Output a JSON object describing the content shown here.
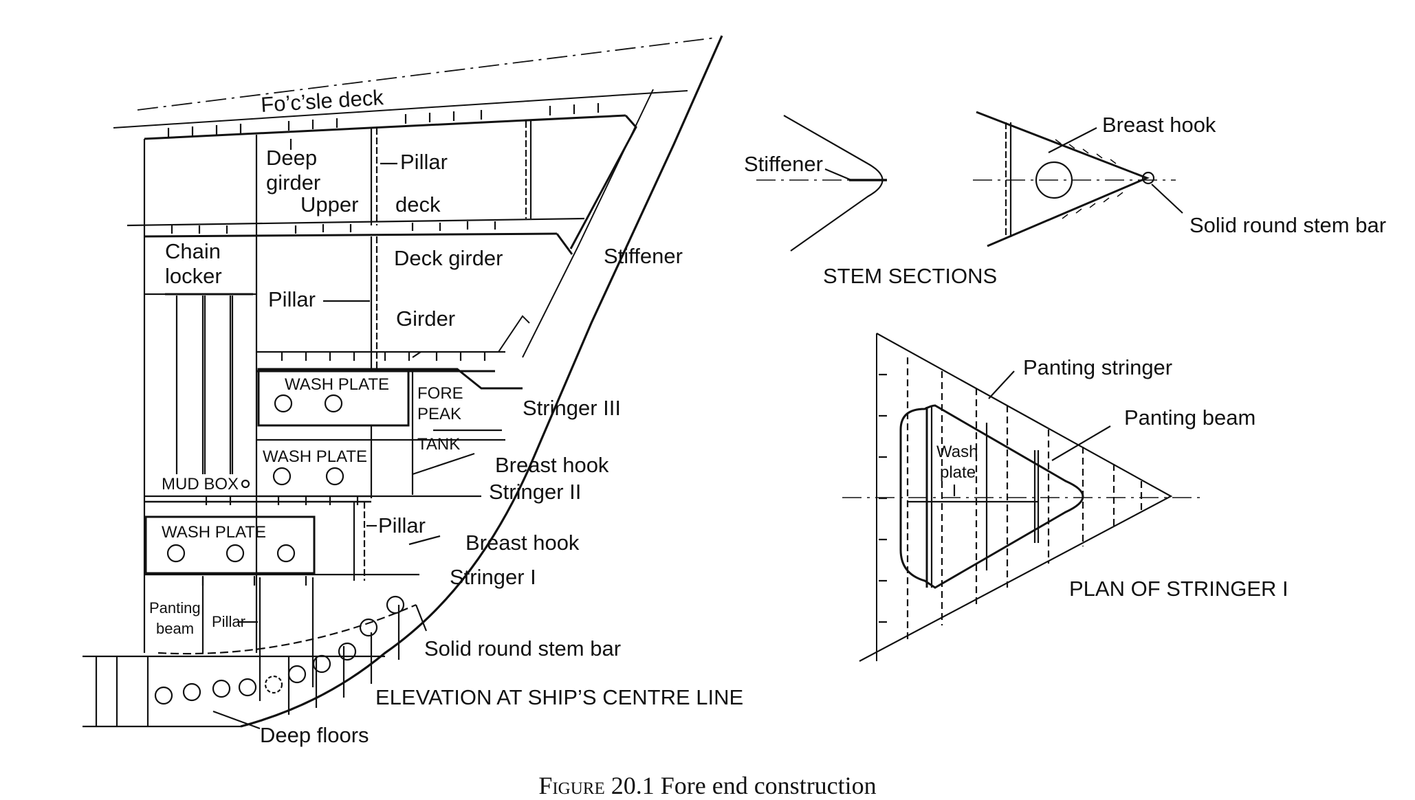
{
  "elevation": {
    "title": "ELEVATION AT SHIP’S CENTRE LINE",
    "labels": {
      "focsle_deck": "Fo’c’sle deck",
      "deep_girder": [
        "Deep",
        "girder"
      ],
      "pillar_top": "Pillar",
      "upper": "Upper",
      "deck": "deck",
      "chain_locker": [
        "Chain",
        "locker"
      ],
      "deck_girder": "Deck girder",
      "stiffener": "Stiffener",
      "pillar_mid": "Pillar",
      "girder": "Girder",
      "wash_plate_1": "WASH PLATE",
      "fore_peak_tank": [
        "FORE",
        "PEAK",
        "TANK"
      ],
      "stringer_iii": "Stringer III",
      "wash_plate_2": "WASH PLATE",
      "breast_hook_1": "Breast hook",
      "mud_box": "MUD BOX",
      "stringer_ii": "Stringer II",
      "wash_plate_3": "WASH PLATE",
      "pillar_low": "Pillar",
      "breast_hook_2": "Breast hook",
      "stringer_i": "Stringer I",
      "panting_beam": [
        "Panting",
        "beam"
      ],
      "pillar_bottom": "Pillar",
      "solid_round_stem_bar": "Solid round stem bar",
      "deep_floors": "Deep floors"
    }
  },
  "stem_sections": {
    "title": "STEM SECTIONS",
    "labels": {
      "stiffener": "Stiffener",
      "breast_hook": "Breast hook",
      "solid_round_stem_bar": "Solid round stem bar"
    }
  },
  "plan_stringer": {
    "title": "PLAN OF STRINGER I",
    "labels": {
      "panting_stringer": "Panting stringer",
      "panting_beam": "Panting beam",
      "wash_plate": [
        "Wash",
        "plate"
      ]
    }
  },
  "caption": {
    "figure_word": "Figure",
    "rest": " 20.1  Fore end construction"
  }
}
